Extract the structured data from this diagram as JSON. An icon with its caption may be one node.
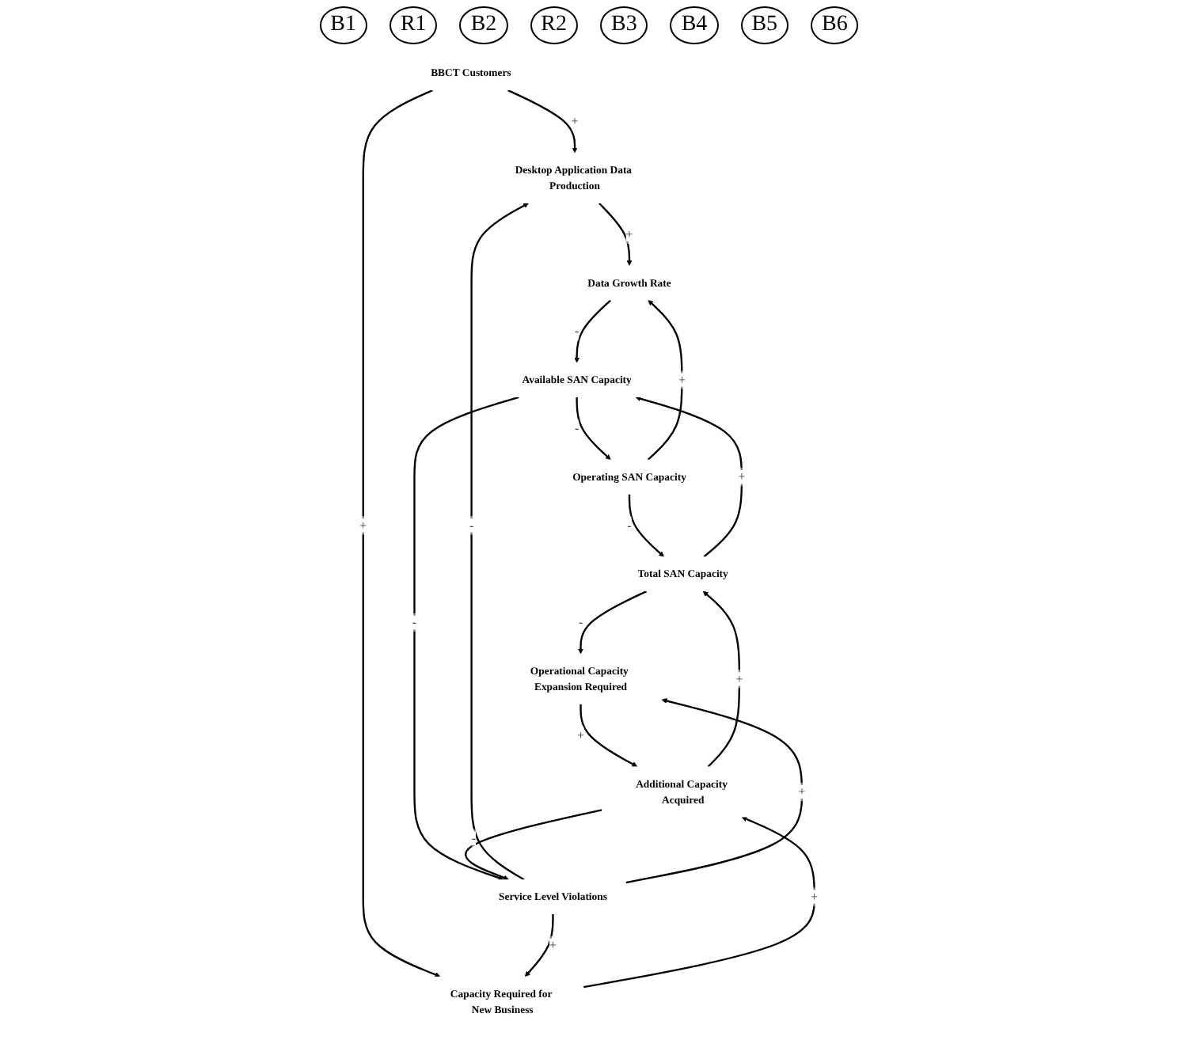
{
  "diagram": {
    "nodes": [
      {
        "text": [
          "Data Growth Rate"
        ]
      },
      {
        "text": [
          "Desktop Application Data Production"
        ]
      },
      {
        "text": [
          "Operating SAN Capacity"
        ]
      },
      {
        "text": [
          "Available SAN Capacity"
        ]
      },
      {
        "text": [
          "BBCT Customers"
        ]
      },
      {
        "text": [
          "Service Level Violations"
        ]
      },
      {
        "text": [
          "Total SAN Capacity"
        ]
      },
      {
        "text": [
          "Operational Capacity Expansion Required"
        ]
      },
      {
        "text": [
          "Capacity Required for New Business"
        ]
      },
      {
        "text": [
          "Additional Capacity Acquired"
        ]
      }
    ],
    "edges": [
      {
        "from": 1,
        "to": 0,
        "arrow": "to",
        "label": "+"
      },
      {
        "from": 2,
        "to": 0,
        "arrow": "to",
        "label": "+"
      },
      {
        "from": 0,
        "to": 3,
        "arrow": "to",
        "label": "-"
      },
      {
        "from": 3,
        "to": 2,
        "arrow": "to",
        "label": "-"
      },
      {
        "from": 2,
        "to": 6,
        "arrow": "to",
        "label": "-"
      },
      {
        "from": 3,
        "to": 5,
        "arrow": "to",
        "label": "-"
      },
      {
        "from": 5,
        "to": 1,
        "arrow": "to",
        "label": "-"
      },
      {
        "from": 4,
        "to": 1,
        "arrow": "to",
        "label": "+"
      },
      {
        "from": 4,
        "to": 8,
        "arrow": "to",
        "label": "+"
      },
      {
        "from": 5,
        "to": 8,
        "arrow": "to",
        "label": "+"
      },
      {
        "from": 5,
        "to": 7,
        "arrow": "to",
        "label": "+"
      },
      {
        "from": 6,
        "to": 3,
        "arrow": "to",
        "label": "+"
      },
      {
        "from": 6,
        "to": 7,
        "arrow": "to",
        "label": "-"
      },
      {
        "from": 7,
        "to": 9,
        "arrow": "to",
        "label": "+"
      },
      {
        "from": 9,
        "to": 6,
        "arrow": "to",
        "label": "+"
      },
      {
        "from": 9,
        "to": 5,
        "arrow": "to",
        "label": "-"
      },
      {
        "from": 8,
        "to": 9,
        "arrow": "to",
        "label": "+"
      }
    ],
    "labels": [
      "B1",
      "R1",
      "B2",
      "R2",
      "B3",
      "B4",
      "B5",
      "B6"
    ]
  }
}
